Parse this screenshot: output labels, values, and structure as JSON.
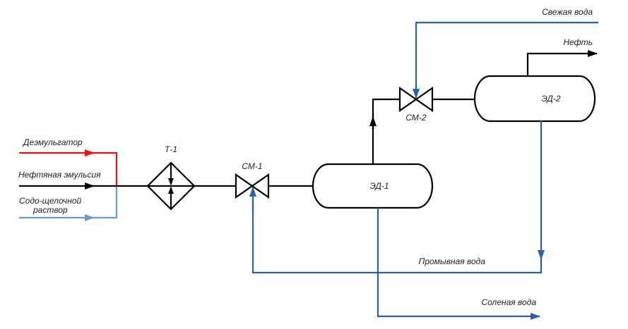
{
  "streams": {
    "demulsifier": "Деэмульгатор",
    "oil_emulsion": "Нефтяная эмульсия",
    "alkali_line1": "Содо-щелочной",
    "alkali_line2": "раствор",
    "fresh_water": "Свежая вода",
    "oil": "Нефть",
    "wash_water": "Промывная вода",
    "salt_water": "Соленая вода"
  },
  "equipment": {
    "heat_exchanger": "Т-1",
    "mixer1": "СМ-1",
    "mixer2": "СМ-2",
    "dehydrator1": "ЭД-1",
    "dehydrator2": "ЭД-2"
  },
  "colors": {
    "demulsifier": "#ee1111",
    "main": "#000000",
    "alkali": "#7298c8",
    "water": "#2b5fa8"
  }
}
